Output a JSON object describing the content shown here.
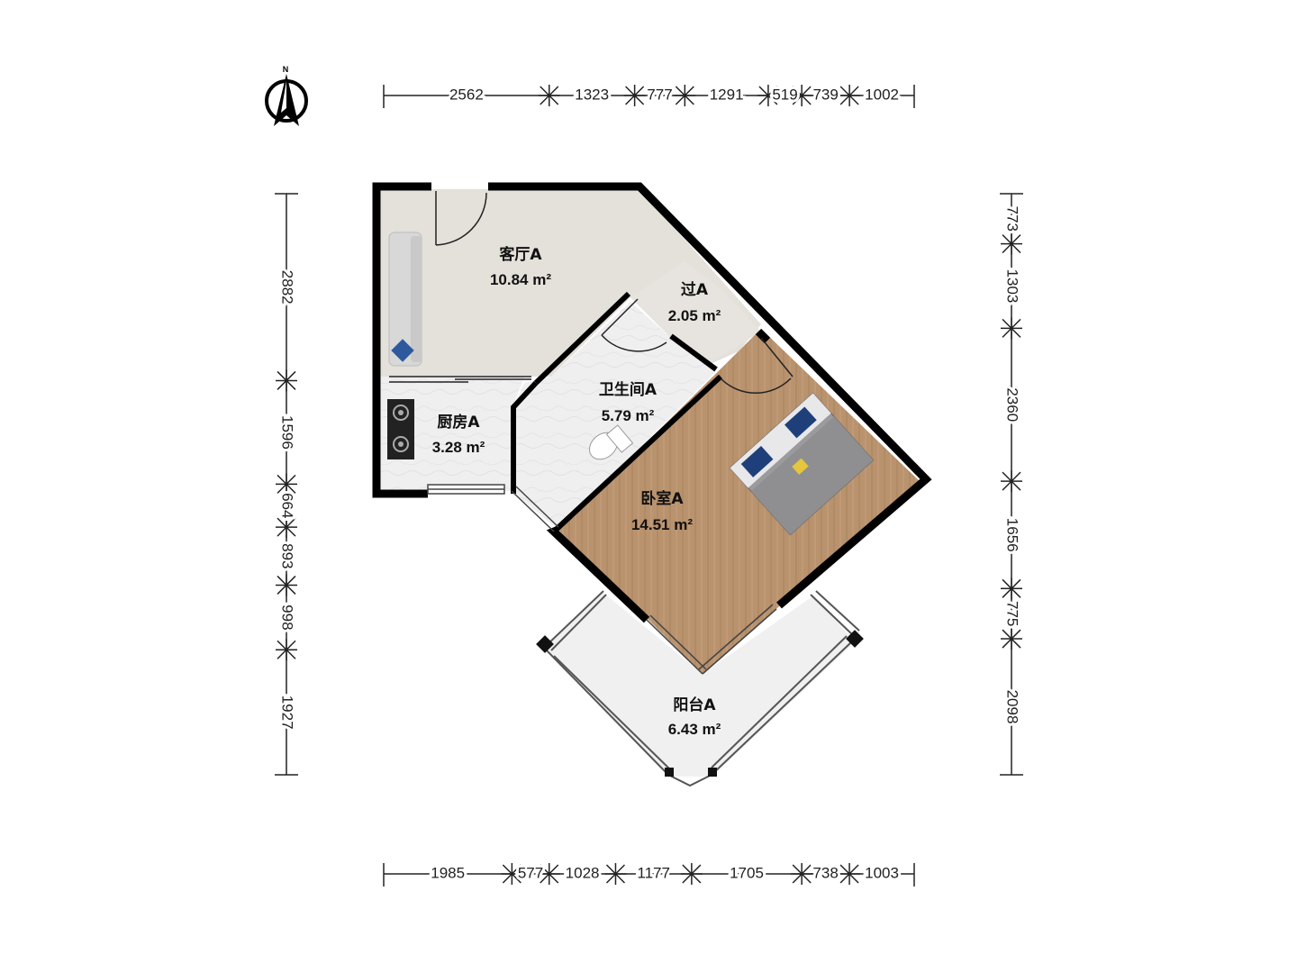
{
  "compass": {
    "label": "N"
  },
  "dimensions": {
    "top": [
      "2562",
      "1323",
      "777",
      "1291",
      "519",
      "739",
      "1002"
    ],
    "bottom": [
      "1985",
      "577",
      "1028",
      "1177",
      "1705",
      "738",
      "1003"
    ],
    "left": [
      "2882",
      "1596",
      "664",
      "893",
      "998",
      "1927"
    ],
    "right": [
      "773",
      "1303",
      "2360",
      "1656",
      "775",
      "2098"
    ]
  },
  "rooms": {
    "living": {
      "name": "客厅A",
      "area": "10.84 m²"
    },
    "corridor": {
      "name": "过A",
      "area": "2.05 m²"
    },
    "bathroom": {
      "name": "卫生间A",
      "area": "5.79 m²"
    },
    "kitchen": {
      "name": "厨房A",
      "area": "3.28 m²"
    },
    "bedroom": {
      "name": "卧室A",
      "area": "14.51 m²"
    },
    "balcony": {
      "name": "阳台A",
      "area": "6.43 m²"
    }
  },
  "colors": {
    "wall": "#000000",
    "living_floor": "#e4e0da",
    "bedroom_floor": "#b9926e",
    "tile_floor": "#eeeeef",
    "dimension_line": "#222222"
  }
}
